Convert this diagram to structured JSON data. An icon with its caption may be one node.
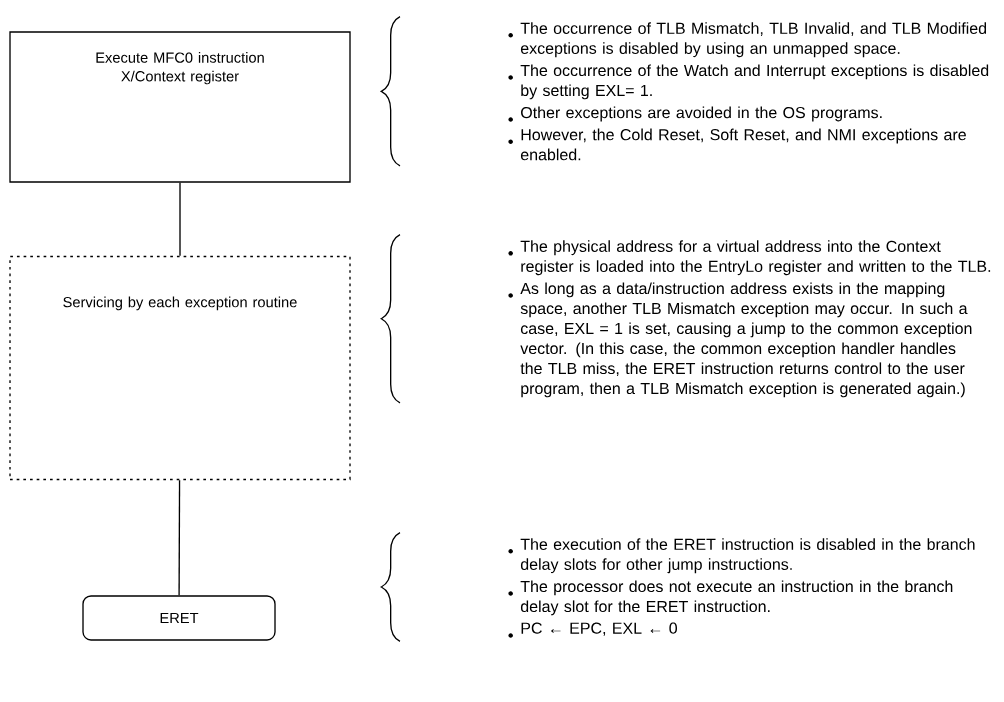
{
  "diagram": {
    "nodes": [
      {
        "text": [
          "Execute MFC0 instruction X/Context register"
        ],
        "beside": [
          "The occurrence of TLB Mismatch, TLB Invalid, and TLB Modified exceptions is disabled by using an unmapped space.",
          "The occurrence of the Watch and Interrupt exceptions is disabled by setting EXL= 1.",
          "Other exceptions are avoided in the OS programs.",
          "However, the Cold Reset, Soft Reset, and NMI exceptions are enabled."
        ]
      },
      {
        "text": [
          "Servicing by each exception routine"
        ],
        "beside": [
          "The physical address for a virtual address into the Context register is loaded into the EntryLo register and written to the TLB.",
          "As long as a data/instruction address exists in the mapping space, another TLB Mismatch exception may occur.   In such a case, EXL = 1 is set, causing a jump to the common exception vector.   (In this case, the common exception handler handles the TLB miss, the ERET instruction returns control to the user program, then a TLB Mismatch exception is generated again.)"
        ]
      },
      {
        "text": [
          "ERET"
        ],
        "beside": [
          "The execution of the ERET instruction is disabled in the branch delay slots for other jump instructions.",
          "The processor does not execute an instruction in the branch delay slot for the ERET instruction.",
          "PC ← EPC, EXL ← 0"
        ]
      }
    ],
    "edges": [
      {
        "from": 0,
        "to": 1,
        "arrow": "none"
      },
      {
        "from": 1,
        "to": 2,
        "arrow": "none"
      }
    ]
  }
}
